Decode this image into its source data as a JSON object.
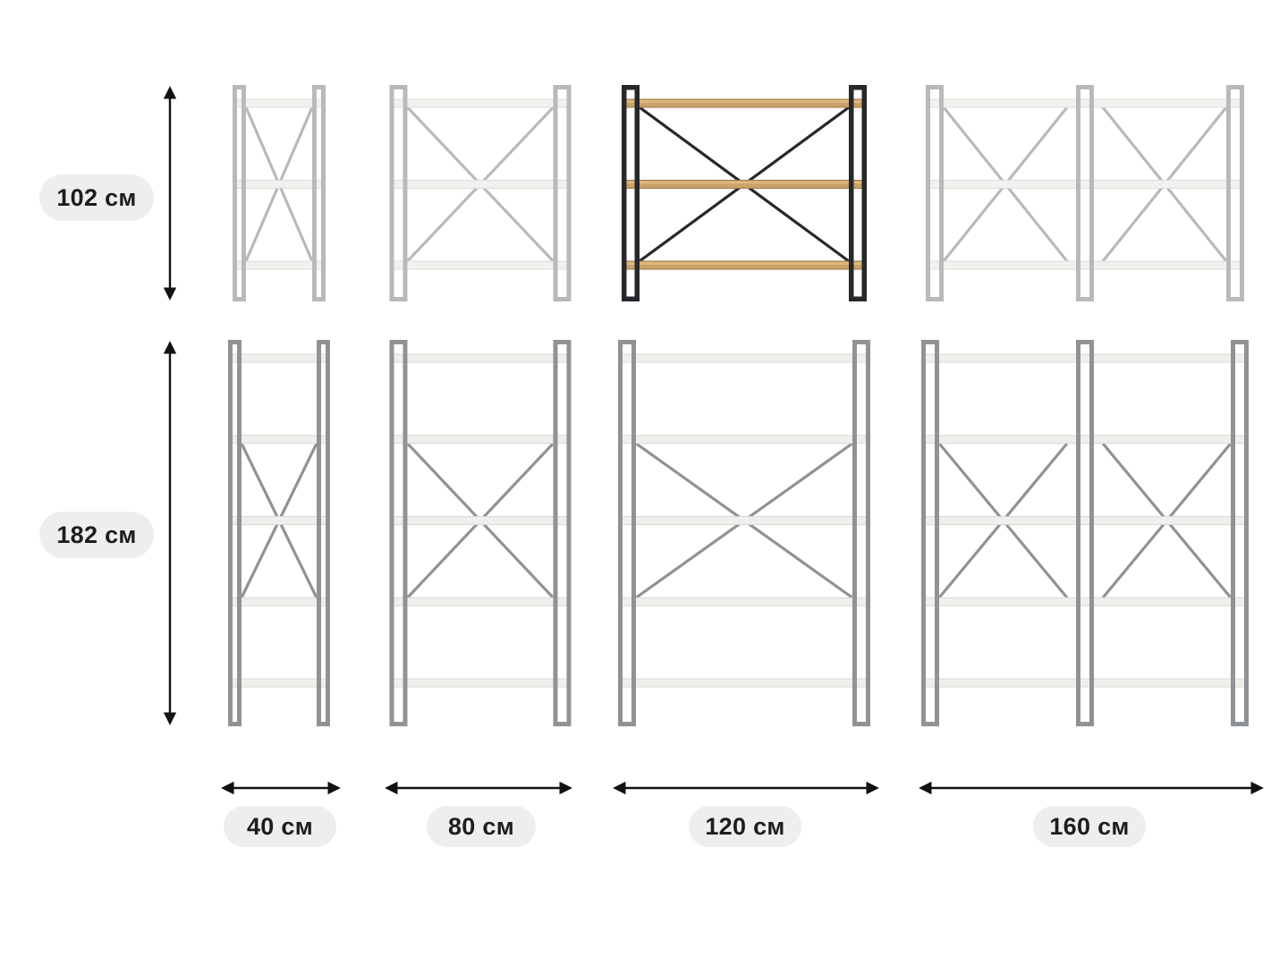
{
  "diagram": {
    "rows": [
      {
        "height_label": "102 см",
        "shelf_count": 3
      },
      {
        "height_label": "182 см",
        "shelf_count": 5
      }
    ],
    "columns": [
      {
        "width_label": "40 см"
      },
      {
        "width_label": "80 см"
      },
      {
        "width_label": "120 см"
      },
      {
        "width_label": "160 см"
      }
    ],
    "highlighted_variant": {
      "row": 0,
      "col": 2
    },
    "colors": {
      "background": "#ffffff",
      "frame_gray_light": "#abaeb1",
      "frame_gray_dark": "#8f9396",
      "shelf_light": "#efefec",
      "shelf_light_stroke": "#d8d8d3",
      "highlight_frame": "#26282b",
      "highlight_shelf": "#c9a169",
      "highlight_shelf_edge": "#dfb77e",
      "highlight_shelf_stroke": "#9e7a45",
      "arrow": "#121212",
      "pill_bg": "#efeeec",
      "pill_text": "#1d1d1f"
    }
  }
}
